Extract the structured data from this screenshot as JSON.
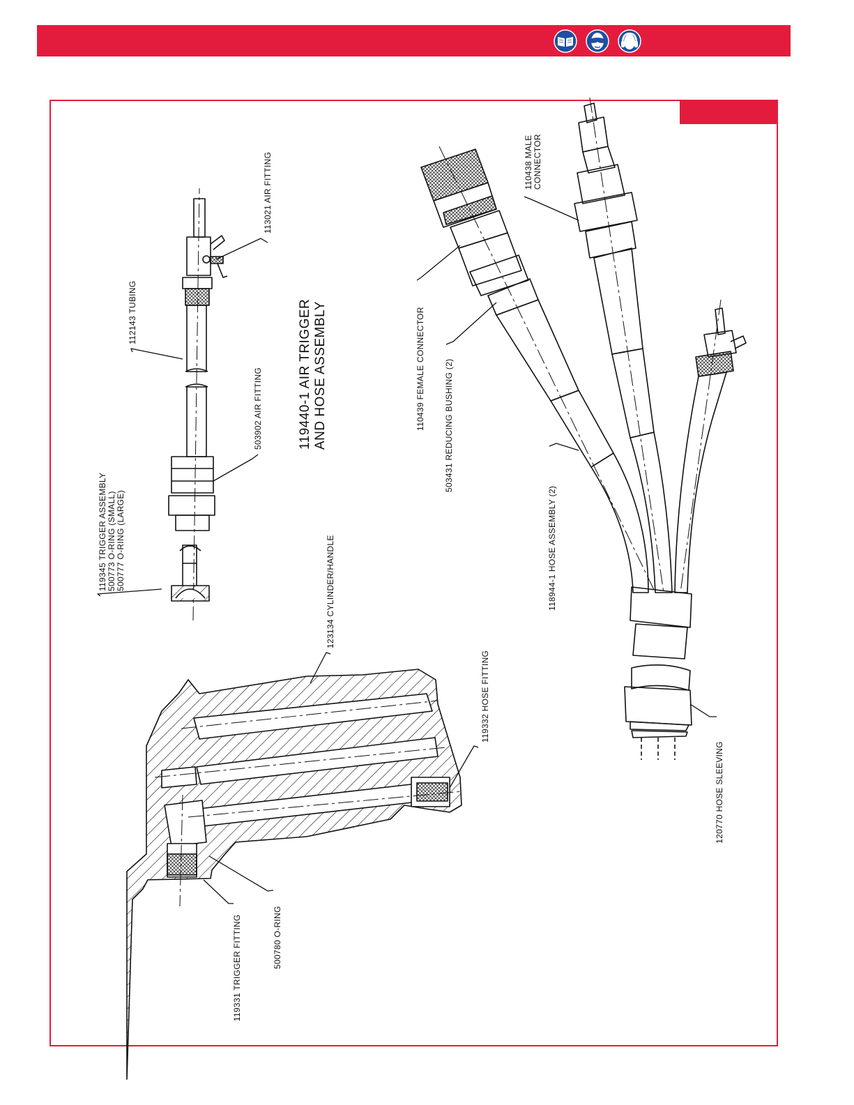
{
  "colors": {
    "brand_red": "#e31c3d",
    "icon_blue": "#1f4fa0",
    "ink": "#111111"
  },
  "header": {
    "icons": [
      "read-manual-icon",
      "eye-protection-icon",
      "hearing-protection-icon"
    ]
  },
  "diagram": {
    "title_line1": "119440-1 AIR TRIGGER",
    "title_line2": "AND HOSE ASSEMBLY",
    "labels": {
      "air_fitting_113021": "113021 AIR FITTING",
      "tubing_112143": "112143 TUBING",
      "air_fitting_503902": "503902 AIR FITTING",
      "trigger_assembly_119345": "119345 TRIGGER ASSEMBLY",
      "o_ring_500773": "500773 O-RING (SMALL)",
      "o_ring_500777": "500777 O-RING (LARGE)",
      "cylinder_handle_123134": "123134 CYLINDER/HANDLE",
      "hose_fitting_119332": "119332 HOSE FITTING",
      "trigger_fitting_119331": "119331 TRIGGER FITTING",
      "o_ring_500780": "500780 O-RING",
      "female_connector_110439": "110439 FEMALE CONNECTOR",
      "reducing_bushing_503431": "503431 REDUCING BUSHING (2)",
      "hose_assembly_118944": "118944-1 HOSE ASSEMBLY (2)",
      "male_connector_line1": "110438 MALE",
      "male_connector_line2": "CONNECTOR",
      "hose_sleeving_120770": "120770 HOSE SLEEVING"
    }
  }
}
